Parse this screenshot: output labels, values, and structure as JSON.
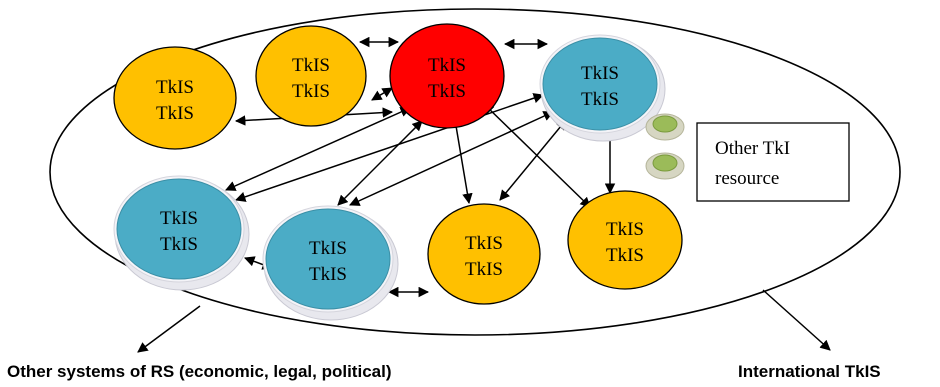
{
  "nodes": [
    {
      "id": "n1",
      "line1": "TkIS",
      "line2": "TkIS",
      "kind": "orange"
    },
    {
      "id": "n2",
      "line1": "TkIS",
      "line2": "TkIS",
      "kind": "orange"
    },
    {
      "id": "n3",
      "line1": "TkIS",
      "line2": "TkIS",
      "kind": "red"
    },
    {
      "id": "n4",
      "line1": "TkIS",
      "line2": "TkIS",
      "kind": "blue"
    },
    {
      "id": "n5",
      "line1": "TkIS",
      "line2": "TkIS",
      "kind": "blue"
    },
    {
      "id": "n6",
      "line1": "TkIS",
      "line2": "TkIS",
      "kind": "blue"
    },
    {
      "id": "n7",
      "line1": "TkIS",
      "line2": "TkIS",
      "kind": "orange"
    },
    {
      "id": "n8",
      "line1": "TkIS",
      "line2": "TkIS",
      "kind": "orange"
    }
  ],
  "resource_box": {
    "line1": "Other TkI",
    "line2": "resource"
  },
  "captions": {
    "left": "Other systems of RS (economic, legal, political)",
    "right": "International TkIS"
  },
  "colors": {
    "orange": "#FFC000",
    "red": "#FF0000",
    "blue": "#4BACC6",
    "disk_green": "#9BBB59",
    "outline": "#000000"
  }
}
